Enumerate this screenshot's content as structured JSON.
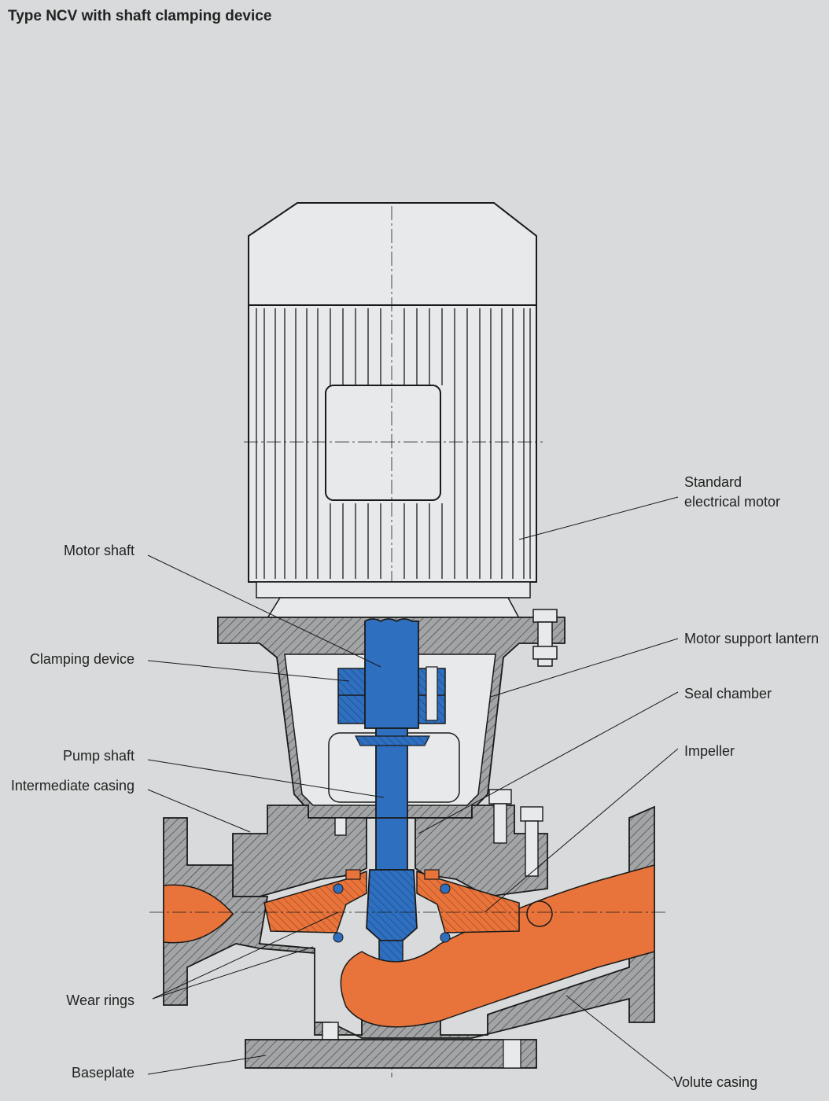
{
  "title": "Type NCV with shaft clamping device",
  "labels": {
    "standard_motor_line1": "Standard",
    "standard_motor_line2": "electrical motor",
    "motor_shaft": "Motor shaft",
    "motor_support_lantern": "Motor support lantern",
    "clamping_device": "Clamping device",
    "seal_chamber": "Seal chamber",
    "pump_shaft": "Pump shaft",
    "impeller": "Impeller",
    "intermediate_casing": "Intermediate casing",
    "wear_rings": "Wear rings",
    "baseplate": "Baseplate",
    "volute_casing": "Volute casing"
  },
  "colors": {
    "background": "#d9dadb",
    "casing_grey": "#9fa1a3",
    "shaft_blue": "#2f6fbf",
    "fluid_orange": "#e8743b",
    "motor_light": "#e8e9ea",
    "line": "#1a1a1a"
  }
}
